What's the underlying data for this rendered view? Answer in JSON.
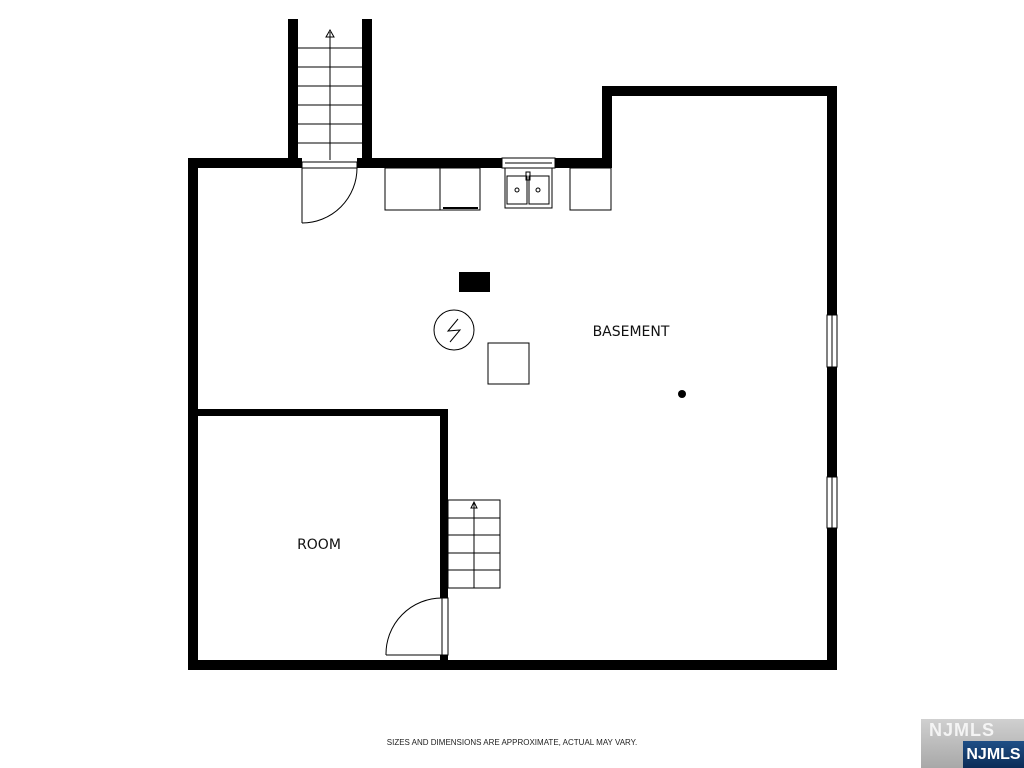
{
  "rooms": {
    "basement": "BASEMENT",
    "room": "ROOM"
  },
  "footnote": "SIZES AND DIMENSIONS ARE APPROXIMATE, ACTUAL MAY VARY.",
  "logo": {
    "background_text": "NJMLS",
    "badge_text": "NJMLS"
  },
  "colors": {
    "wall": "#000000",
    "badge": "#0b2c57"
  }
}
